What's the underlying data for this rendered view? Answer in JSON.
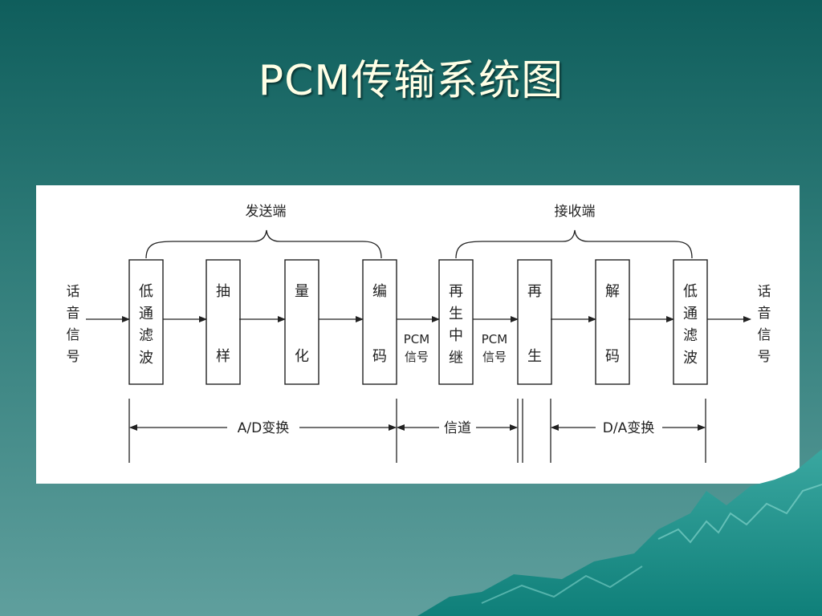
{
  "slide": {
    "title": "PCM传输系统图"
  },
  "diagram": {
    "groups": {
      "transmitter": "发送端",
      "receiver": "接收端"
    },
    "input_label": "话音信号",
    "output_label": "话音信号",
    "blocks": [
      {
        "id": "lpf-tx",
        "label": "低通滤波"
      },
      {
        "id": "sample",
        "label": "抽样"
      },
      {
        "id": "quantize",
        "label": "量化"
      },
      {
        "id": "encode",
        "label": "编码"
      },
      {
        "id": "regen-relay",
        "label": "再生中继"
      },
      {
        "id": "regen",
        "label": "再生"
      },
      {
        "id": "decode",
        "label": "解码"
      },
      {
        "id": "lpf-rx",
        "label": "低通滤波"
      }
    ],
    "signal_labels": {
      "pcm1_line1": "PCM",
      "pcm1_line2": "信号",
      "pcm2_line1": "PCM",
      "pcm2_line2": "信号"
    },
    "spans": {
      "ad": "A/D变换",
      "channel": "信道",
      "da": "D/A变换"
    }
  }
}
